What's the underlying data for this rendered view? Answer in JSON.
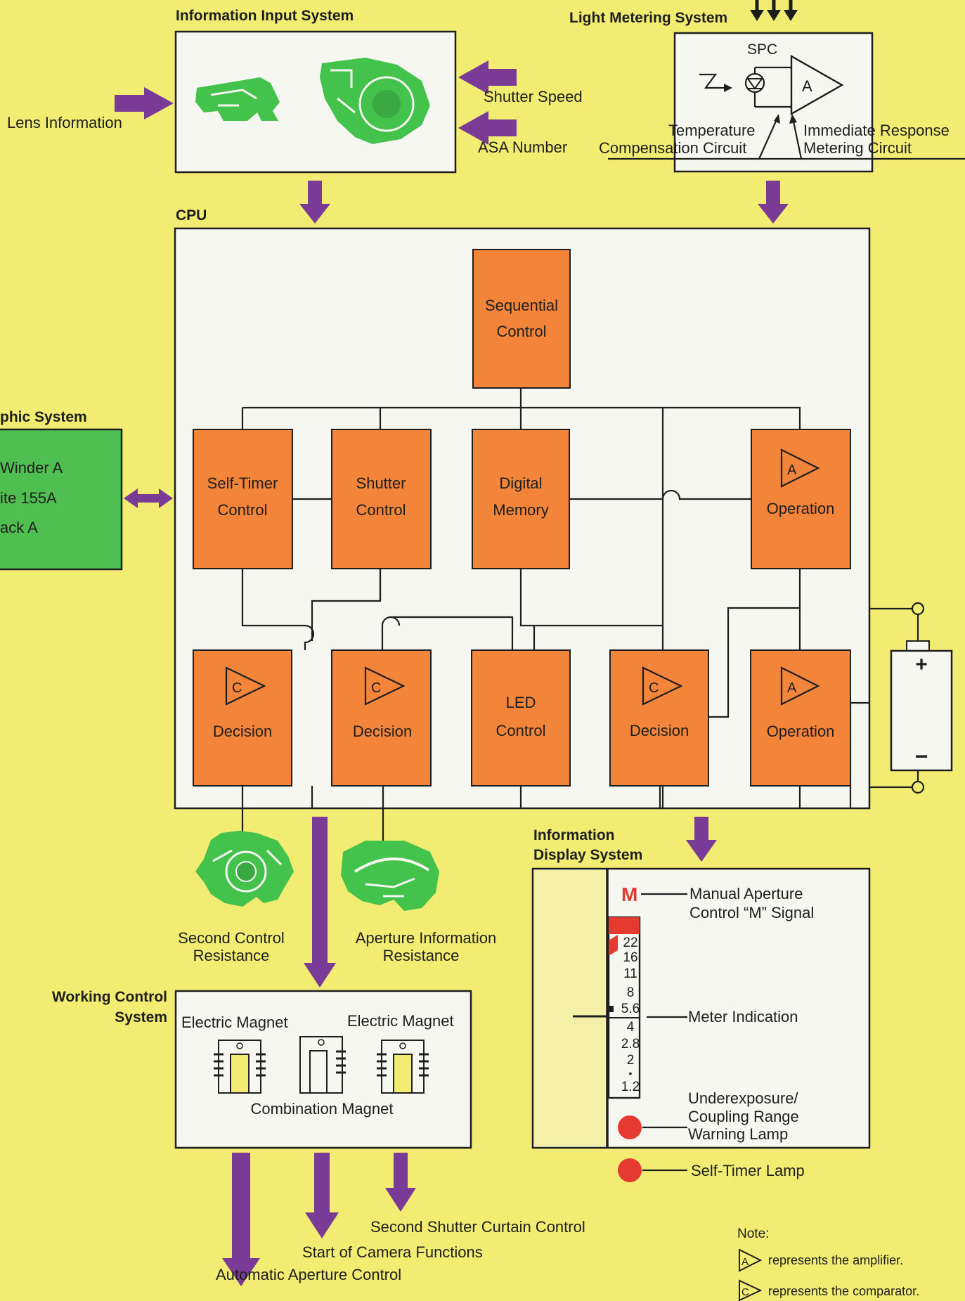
{
  "systems": {
    "input": {
      "title": "Information Input System",
      "lens": "Lens Information",
      "shutter_speed": "Shutter Speed",
      "asa": "ASA Number"
    },
    "metering": {
      "title": "Light Metering System",
      "spc": "SPC",
      "amp": "A",
      "temp1": "Temperature",
      "temp2": "Compensation Circuit",
      "imm1": "Immediate Response",
      "imm2": "Metering Circuit"
    },
    "cpu": {
      "title": "CPU"
    },
    "photo": {
      "title": "phic System",
      "line1": "Winder A",
      "line2": "ite 155A",
      "line3": "ack A"
    },
    "working": {
      "title1": "Working Control",
      "title2": "System",
      "em_left": "Electric Magnet",
      "em_right": "Electric Magnet",
      "combo": "Combination Magnet"
    },
    "display": {
      "title1": "Information",
      "title2": "Display System",
      "m": "M",
      "manual1": "Manual  Aperture",
      "manual2": "Control “M”  Signal",
      "meter": "Meter Indication",
      "under1": "Underexposure/",
      "under2": "Coupling  Range",
      "under3": "Warning  Lamp",
      "selftimer": "Self-Timer Lamp",
      "scale": [
        "22",
        "16",
        "11",
        "8",
        "5.6",
        "4",
        "2.8",
        "2",
        "•",
        "1.2"
      ]
    }
  },
  "blocks": {
    "seq": {
      "l1": "Sequential",
      "l2": "Control"
    },
    "self_timer": {
      "l1": "Self-Timer",
      "l2": "Control"
    },
    "shutter": {
      "l1": "Shutter",
      "l2": "Control"
    },
    "memory": {
      "l1": "Digital",
      "l2": "Memory"
    },
    "op1": {
      "sym": "A",
      "l1": "Operation"
    },
    "dec1": {
      "sym": "C",
      "l1": "Decision"
    },
    "dec2": {
      "sym": "C",
      "l1": "Decision"
    },
    "led": {
      "l1": "LED",
      "l2": "Control"
    },
    "dec3": {
      "sym": "C",
      "l1": "Decision"
    },
    "op2": {
      "sym": "A",
      "l1": "Operation"
    }
  },
  "resistances": {
    "second1": "Second  Control",
    "second2": "Resistance",
    "aperture1": "Aperture Information",
    "aperture2": "Resistance"
  },
  "outputs": {
    "second_shutter": "Second Shutter Curtain Control",
    "start": "Start of Camera Functions",
    "auto_aperture": "Automatic Aperture Control"
  },
  "battery": {
    "plus": "+",
    "minus": "−"
  },
  "note": {
    "title": "Note:",
    "a_sym": "A",
    "a_text": "represents the amplifier.",
    "c_sym": "C",
    "c_text": "represents the comparator."
  },
  "colors": {
    "background": "#f3ec73",
    "block": "#f2853a",
    "arrow": "#7a3b96",
    "board": "#43c34c",
    "red": "#e43a2f"
  }
}
